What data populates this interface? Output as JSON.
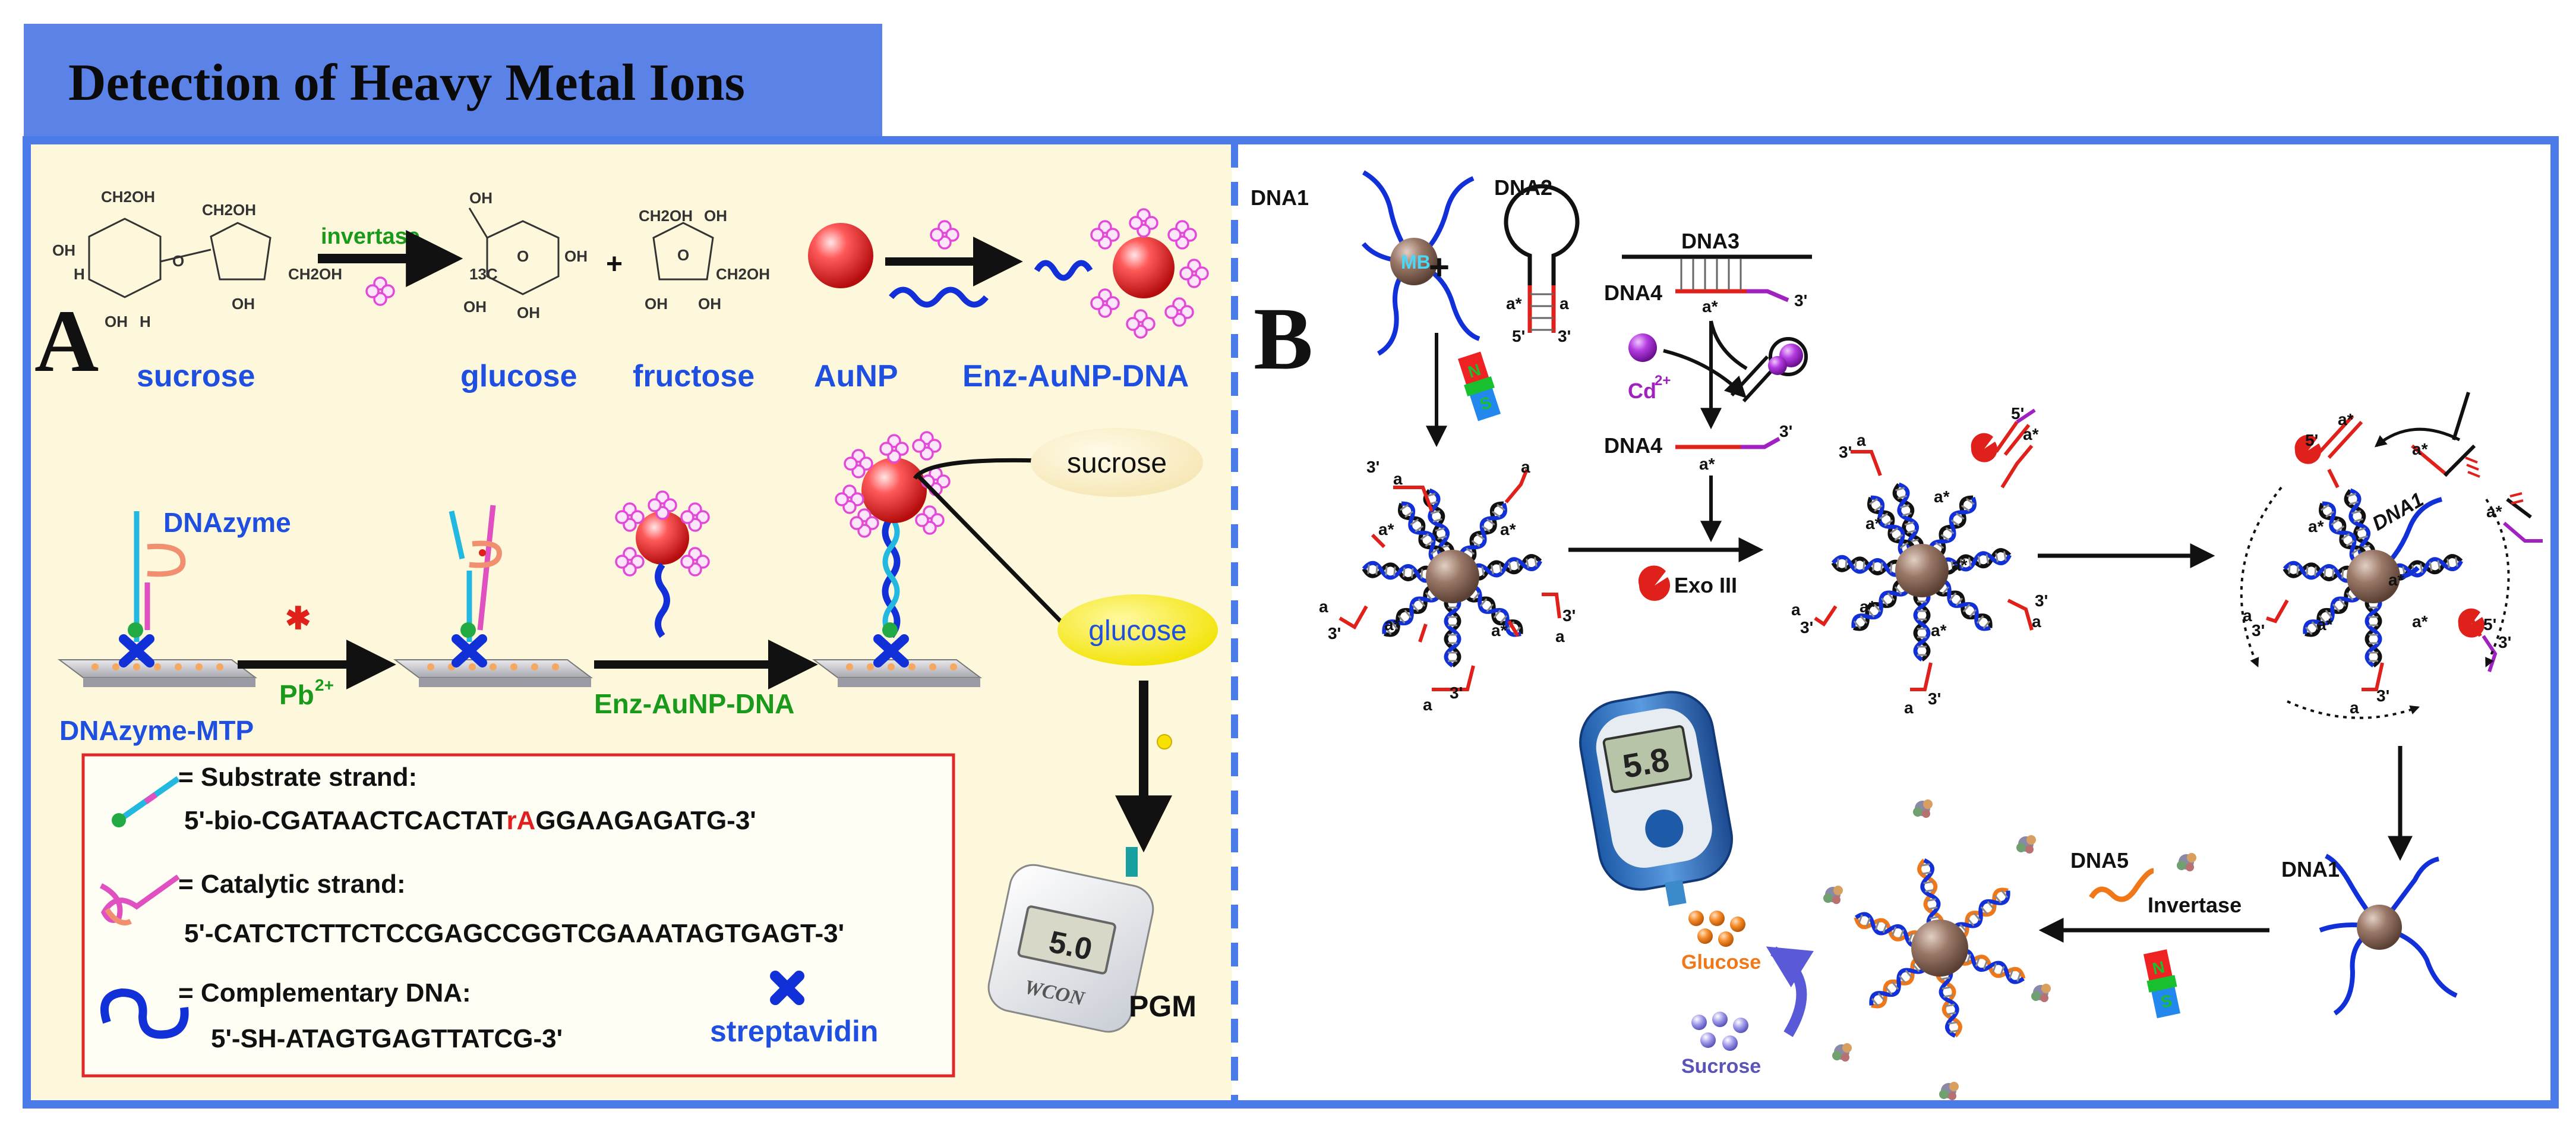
{
  "header": {
    "title": "Detection of Heavy Metal Ions"
  },
  "panelA": {
    "letter": "A",
    "molecules": {
      "sucrose": "sucrose",
      "glucose": "glucose",
      "fructose": "fructose",
      "aunp": "AuNP",
      "enz_aunp_dna": "Enz-AuNP-DNA",
      "invertase": "invertase"
    },
    "chem": {
      "ch2oh": "CH2OH",
      "oh": "OH",
      "h": "H",
      "o": "O",
      "c13": "13C"
    },
    "workflow": {
      "dnazyme": "DNAzyme",
      "dnazyme_mtp": "DNAzyme-MTP",
      "pb": "Pb",
      "pb_charge": "2+",
      "enz_aunp_dna": "Enz-AuNP-DNA",
      "sucrose": "sucrose",
      "glucose": "glucose",
      "pgm": "PGM",
      "meter_reading": "5.0",
      "meter_brand": "WCON"
    },
    "legend": {
      "substrate_label": "= Substrate strand:",
      "substrate_seq_a": "5'-bio-CGATAACTCACTAT",
      "substrate_seq_highlight": "rA",
      "substrate_seq_b": "GGAAGAGATG-3'",
      "catalytic_label": "= Catalytic strand:",
      "catalytic_seq": "5'-CATCTCTTCTCCGAGCCGGTCGAAATAGTGAGT-3'",
      "complementary_label": "= Complementary DNA:",
      "complementary_seq": "5'-SH-ATAGTGAGTTATCG-3'",
      "streptavidin": "streptavidin"
    }
  },
  "panelB": {
    "letter": "B",
    "labels": {
      "dna1": "DNA1",
      "dna2": "DNA2",
      "dna3": "DNA3",
      "dna4": "DNA4",
      "dna4b": "DNA4",
      "dna5": "DNA5",
      "dna1_bottom": "DNA1",
      "dna1_cycle": "DNA1",
      "mb": "MB",
      "cd": "Cd",
      "cd_charge": "2+",
      "exo": "Exo III",
      "invertase": "Invertase",
      "glucose": "Glucose",
      "sucrose": "Sucrose",
      "meter_reading": "5.8",
      "magnet_n": "N",
      "magnet_s": "S",
      "a": "a",
      "a_star": "a*",
      "three_prime": "3'",
      "five_prime": "5'",
      "plus": "+"
    }
  },
  "colors": {
    "header_bg": "#5b82e6",
    "frame": "#4a7be8",
    "panelA_bg": "#fdf8dc",
    "strand_blue": "#1230d8",
    "strand_red": "#e0201a",
    "strand_orange": "#f07818",
    "enzyme_pink": "#f070e0",
    "aunp_red": "#ee2a2a",
    "text_blue": "#1f4fe0",
    "text_green": "#1a9a1a"
  }
}
